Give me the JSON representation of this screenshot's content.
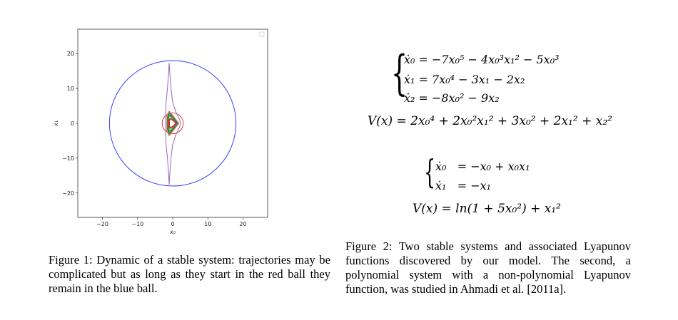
{
  "chart_data": {
    "type": "line",
    "xlabel": "x₀",
    "ylabel": "x₁",
    "xlim": [
      -27,
      27
    ],
    "ylim": [
      -27,
      27
    ],
    "xticks": [
      -20,
      -10,
      0,
      10,
      20
    ],
    "yticks": [
      -20,
      -10,
      0,
      10,
      20
    ],
    "tick_labels_x": [
      "−20",
      "−10",
      "0",
      "10",
      "20"
    ],
    "tick_labels_y": [
      "−20",
      "−10",
      "0",
      "10",
      "20"
    ],
    "legend": "top-right (empty)",
    "circles": [
      {
        "name": "blue-ball",
        "center": [
          0,
          0
        ],
        "radius": 18,
        "color": "#3b3bff"
      },
      {
        "name": "red-ball",
        "center": [
          0,
          0
        ],
        "radius": 3,
        "color": "#e8383b"
      }
    ],
    "series": [
      {
        "name": "purple-trajectory",
        "color": "#9467bd",
        "points": [
          [
            -1,
            17.3
          ],
          [
            -0.8,
            14
          ],
          [
            -0.5,
            10
          ],
          [
            0,
            6
          ],
          [
            1,
            3
          ],
          [
            2,
            1
          ],
          [
            2.2,
            0
          ],
          [
            2,
            -1
          ],
          [
            1,
            -3
          ],
          [
            0,
            -6
          ],
          [
            -0.5,
            -10
          ],
          [
            -0.8,
            -14
          ],
          [
            -1,
            -17.6
          ],
          [
            -1.2,
            -14
          ],
          [
            -1.5,
            -10
          ],
          [
            -1.9,
            -6
          ],
          [
            -2,
            -3
          ],
          [
            -2,
            0
          ],
          [
            -2,
            3
          ],
          [
            -1.9,
            6
          ],
          [
            -1.5,
            10
          ],
          [
            -1.2,
            14
          ],
          [
            -1,
            17.3
          ]
        ]
      },
      {
        "name": "orange-trajectory",
        "color": "#ff7f0e",
        "points": [
          [
            -1,
            3.5
          ],
          [
            0,
            2.2
          ],
          [
            1.7,
            0
          ],
          [
            0,
            -2.2
          ],
          [
            -1,
            -3.5
          ],
          [
            -1.6,
            -2
          ],
          [
            -1.6,
            2
          ],
          [
            -1,
            3.5
          ]
        ]
      },
      {
        "name": "blue-trajectory",
        "color": "#1f77b4",
        "points": [
          [
            -1,
            3
          ],
          [
            0,
            1.8
          ],
          [
            1.4,
            0
          ],
          [
            0,
            -1.8
          ],
          [
            -1,
            -3
          ],
          [
            -1.4,
            -1.6
          ],
          [
            -1.4,
            1.6
          ],
          [
            -1,
            3
          ]
        ]
      },
      {
        "name": "green-trajectory",
        "color": "#2ca02c",
        "points": [
          [
            -1,
            2.4
          ],
          [
            0,
            1.4
          ],
          [
            1.1,
            0
          ],
          [
            0,
            -1.4
          ],
          [
            -1,
            -2.4
          ],
          [
            -1.2,
            -1.2
          ],
          [
            -1.2,
            1.2
          ],
          [
            -1,
            2.4
          ]
        ]
      },
      {
        "name": "red-trajectory",
        "color": "#d62728",
        "points": [
          [
            -0.8,
            1.4
          ],
          [
            0.2,
            0.8
          ],
          [
            1,
            0
          ],
          [
            0.2,
            -0.8
          ],
          [
            -0.8,
            -1.4
          ],
          [
            -1,
            -0.6
          ],
          [
            -1,
            0.6
          ],
          [
            -0.8,
            1.4
          ]
        ]
      }
    ]
  },
  "equations": {
    "system1": [
      "ẋ₀ = −7x₀⁵ − 4x₀³x₁² − 5x₀³",
      "ẋ₁ = 7x₀⁴ − 3x₁ − 2x₂",
      "ẋ₂ = −8x₀² − 9x₂"
    ],
    "lyapunov1": "V(x) = 2x₀⁴ + 2x₀²x₁² + 3x₀² + 2x₁² + x₂²",
    "system2": [
      "ẋ₀   = −x₀ + x₀x₁",
      "ẋ₁   = −x₁"
    ],
    "lyapunov2": "V(x) = ln(1 + 5x₀²) + x₁²"
  },
  "captions": {
    "figure1": "Figure 1:  Dynamic of a stable system: trajectories may be complicated but as long as they start in the red ball they remain in the blue ball.",
    "figure2": "Figure 2: Two stable systems and associated Lyapunov functions discovered by our model. The second, a polynomial system with a non-polynomial Lyapunov function, was studied in Ahmadi et al. [2011a]."
  }
}
